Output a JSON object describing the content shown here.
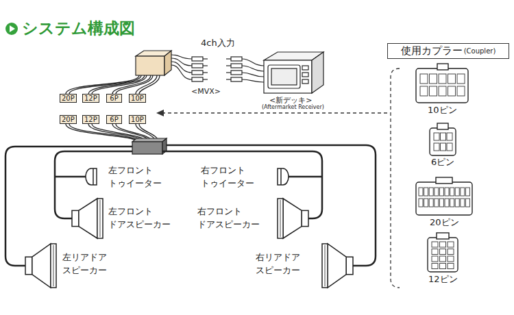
{
  "diagram": {
    "title": "システム構成図",
    "nodes": [
      {
        "text": [
          "20P"
        ]
      },
      {
        "text": [
          "12P"
        ]
      },
      {
        "text": [
          "6P"
        ]
      },
      {
        "text": [
          "10P"
        ]
      },
      {
        "text": [
          "20P"
        ]
      },
      {
        "text": [
          "12P"
        ]
      },
      {
        "text": [
          "6P"
        ]
      },
      {
        "text": [
          "10P"
        ]
      },
      {
        "text": [
          "使用カプラー",
          "(Coupler)"
        ]
      }
    ],
    "labels": [
      "4ch入力",
      "<MVX>",
      "<新デッキ>",
      "(Aftermarket Receiver)",
      "左フロント トゥイーター",
      "右フロント トゥイーター",
      "左フロント ドアスピーカー",
      "右フロント ドアスピーカー",
      "左リアドア スピーカー",
      "右リアドア スピーカー",
      "10ピン",
      "6ピン",
      "20ピン",
      "12ピン"
    ]
  }
}
